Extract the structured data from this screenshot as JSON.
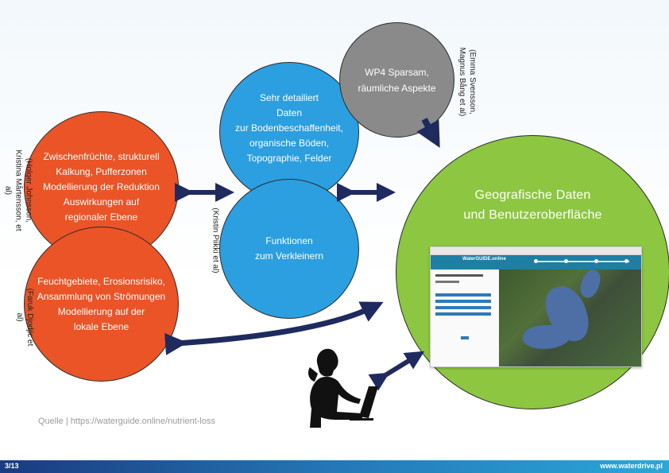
{
  "circles": {
    "regional": "Zwischenfrüchte, strukturell\nKalkung, Pufferzonen\nModellierung der Reduktion\nAuswirkungen auf\nregionaler Ebene",
    "local": "Feuchtgebiete, Erosionsrisiko,\nAnsammlung von Strömungen\nModellierung auf der\nlokale Ebene",
    "soil_data": "Sehr detailiert\nDaten\nzur Bodenbeschaffenheit,\norganische Böden,\nTopographie, Felder",
    "functions": "Funktionen\nzum Verkleinern",
    "wp4": "WP4 Sparsam,\nräumliche Aspekte",
    "geo": "Geografische Daten\nund Benutzeroberfläche"
  },
  "authors": {
    "holger": "(Holger Johnsson,\nKristina Mårtensson, et al)",
    "faruk": "(Faruk Djodjic et al)",
    "kristin": "(Kristin Piikki et al)",
    "emma": "(Emma Svensson,\nMagnus Bång et al)"
  },
  "screenshot": {
    "title": "WaterGUIDE.online"
  },
  "source": "Quelle | https://waterguide.online/nutrient-loss",
  "footer": {
    "page": "3/13",
    "url": "www.waterdrive.pl"
  },
  "colors": {
    "red": "#ea5427",
    "blue": "#2b9fe0",
    "gray": "#8a8a8a",
    "green": "#8dc640",
    "arrow": "#1f2a5e"
  }
}
